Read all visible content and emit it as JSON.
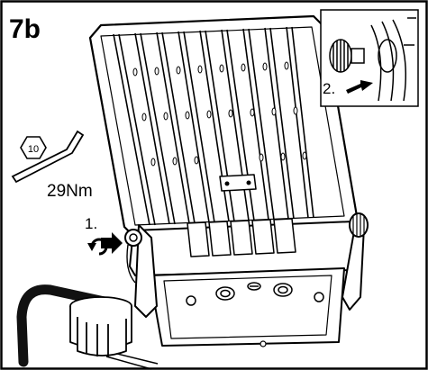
{
  "step": {
    "number": "7b"
  },
  "hex_key": {
    "size": "10",
    "torque": "29Nm"
  },
  "callouts": [
    {
      "label": "1."
    },
    {
      "label": "2."
    }
  ],
  "colors": {
    "line": "#000000",
    "background": "#ffffff",
    "cable": "#111111"
  }
}
